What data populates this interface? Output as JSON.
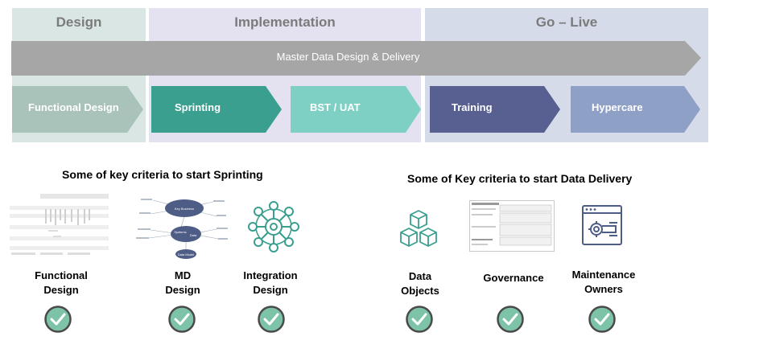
{
  "phases": [
    {
      "title": "Design"
    },
    {
      "title": "Implementation"
    },
    {
      "title": "Go – Live"
    }
  ],
  "banner": "Master Data Design & Delivery",
  "stages": [
    "Functional Design",
    "Sprinting",
    "BST / UAT",
    "Training",
    "Hypercare"
  ],
  "stage_colors": [
    "#a9c3bb",
    "#3a9f8f",
    "#7ed0c4",
    "#585f91",
    "#8ea0c5"
  ],
  "sprinting": {
    "title": "Some of key criteria to start Sprinting",
    "items": [
      {
        "label_line1": "Functional",
        "label_line2": "Design"
      },
      {
        "label_line1": "MD",
        "label_line2": "Design"
      },
      {
        "label_line1": "Integration",
        "label_line2": "Design"
      }
    ],
    "mini_diagram": {
      "center": "Key Business",
      "hub": "Systems",
      "data": "Data",
      "bottom": "Data Model"
    }
  },
  "delivery": {
    "title": "Some of Key criteria to start Data Delivery",
    "items": [
      {
        "label_line1": "Data",
        "label_line2": "Objects"
      },
      {
        "label_line1": "Governance",
        "label_line2": ""
      },
      {
        "label_line1": "Maintenance",
        "label_line2": "Owners"
      }
    ]
  },
  "colors": {
    "check_fill": "#7dc3a8",
    "check_ring": "#4a4a4a",
    "icon_teal": "#3a9f8f",
    "icon_navy": "#4e5d86",
    "banner": "#a6a6a6"
  }
}
